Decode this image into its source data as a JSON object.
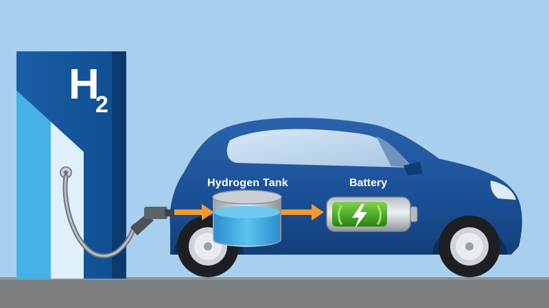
{
  "station": {
    "symbol": "H",
    "subscript": "2"
  },
  "labels": {
    "hydrogen_tank": "Hydrogen Tank",
    "battery": "Battery"
  },
  "colors": {
    "sky": "#a9cfee",
    "ground": "#7b7f82",
    "station_dark": "#0f4d8e",
    "station_light": "#3aa3dc",
    "car_body": "#1a4f95",
    "arrow": "#f29a2e",
    "battery_green": "#5fb934",
    "water": "#4fb2e3"
  },
  "icons": {
    "battery_symbol": "lightning-bolt-icon",
    "nozzle": "fuel-nozzle-icon"
  }
}
